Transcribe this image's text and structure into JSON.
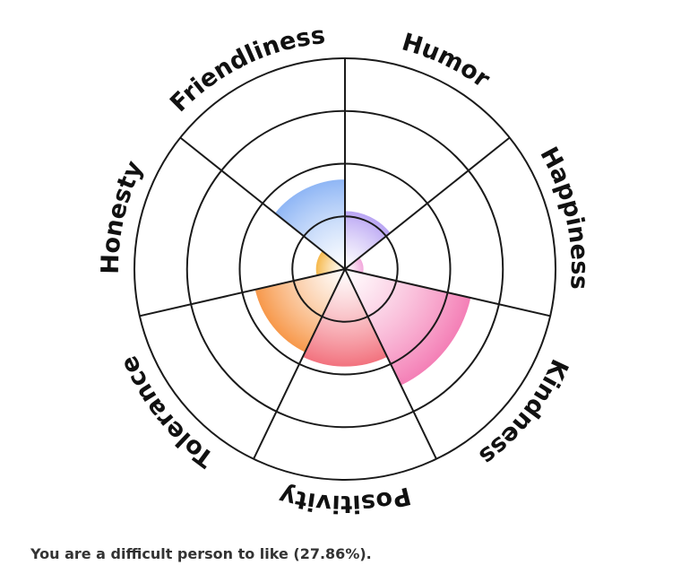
{
  "chart_data": {
    "type": "polar-area",
    "categories": [
      "Humor",
      "Happiness",
      "Kindness",
      "Positivity",
      "Tolerance",
      "Honesty",
      "Friendliness"
    ],
    "values": [
      1.1,
      0.35,
      2.45,
      1.85,
      1.75,
      0.55,
      1.7
    ],
    "rlim": [
      0,
      4
    ],
    "rings": 4,
    "colors": [
      "#b9a5f3",
      "#f2a8dc",
      "#f47fb6",
      "#f2727e",
      "#f7984a",
      "#f6b84a",
      "#8fb6f5"
    ],
    "grid": true
  },
  "result": {
    "text": "You are a difficult person to like (27.86%)."
  }
}
